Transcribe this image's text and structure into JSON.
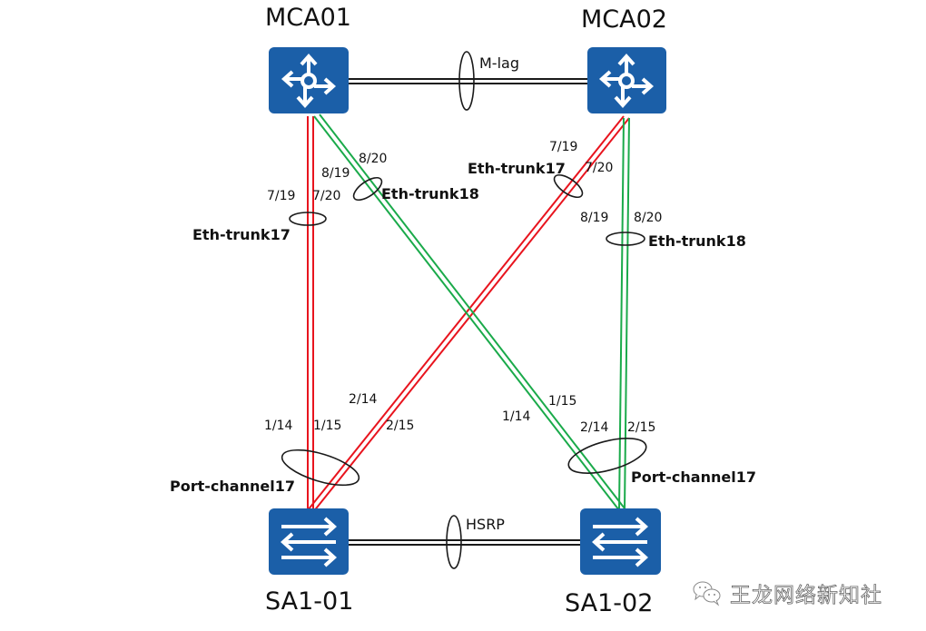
{
  "devices": {
    "mca01": {
      "name": "MCA01",
      "type": "router"
    },
    "mca02": {
      "name": "MCA02",
      "type": "router"
    },
    "sa101": {
      "name": "SA1-01",
      "type": "switch"
    },
    "sa102": {
      "name": "SA1-02",
      "type": "switch"
    }
  },
  "links": {
    "mlag": {
      "label": "M-lag"
    },
    "hsrp": {
      "label": "HSRP"
    }
  },
  "bundles": {
    "mca01_trunk17": {
      "label": "Eth-trunk17",
      "ports": [
        "7/19",
        "7/20"
      ]
    },
    "mca01_trunk18": {
      "label": "Eth-trunk18",
      "ports": [
        "8/19",
        "8/20"
      ]
    },
    "mca02_trunk17": {
      "label": "Eth-trunk17",
      "ports": [
        "7/19",
        "7/20"
      ]
    },
    "mca02_trunk18": {
      "label": "Eth-trunk18",
      "ports": [
        "8/19",
        "8/20"
      ]
    },
    "sa101_pc17": {
      "label": "Port-channel17",
      "ports": [
        "1/14",
        "1/15",
        "2/14",
        "2/15"
      ]
    },
    "sa102_pc17": {
      "label": "Port-channel17",
      "ports": [
        "1/14",
        "1/15",
        "2/14",
        "2/15"
      ]
    }
  },
  "colors": {
    "device_blue": "#1b5fa8",
    "link_red": "#e8141e",
    "link_green": "#1aaa4a",
    "link_black": "#1a1a1a"
  },
  "icons": {
    "router": "router-icon",
    "switch": "switch-icon",
    "wechat": "wechat-icon"
  },
  "watermark": {
    "text": "王龙网络新知社"
  }
}
